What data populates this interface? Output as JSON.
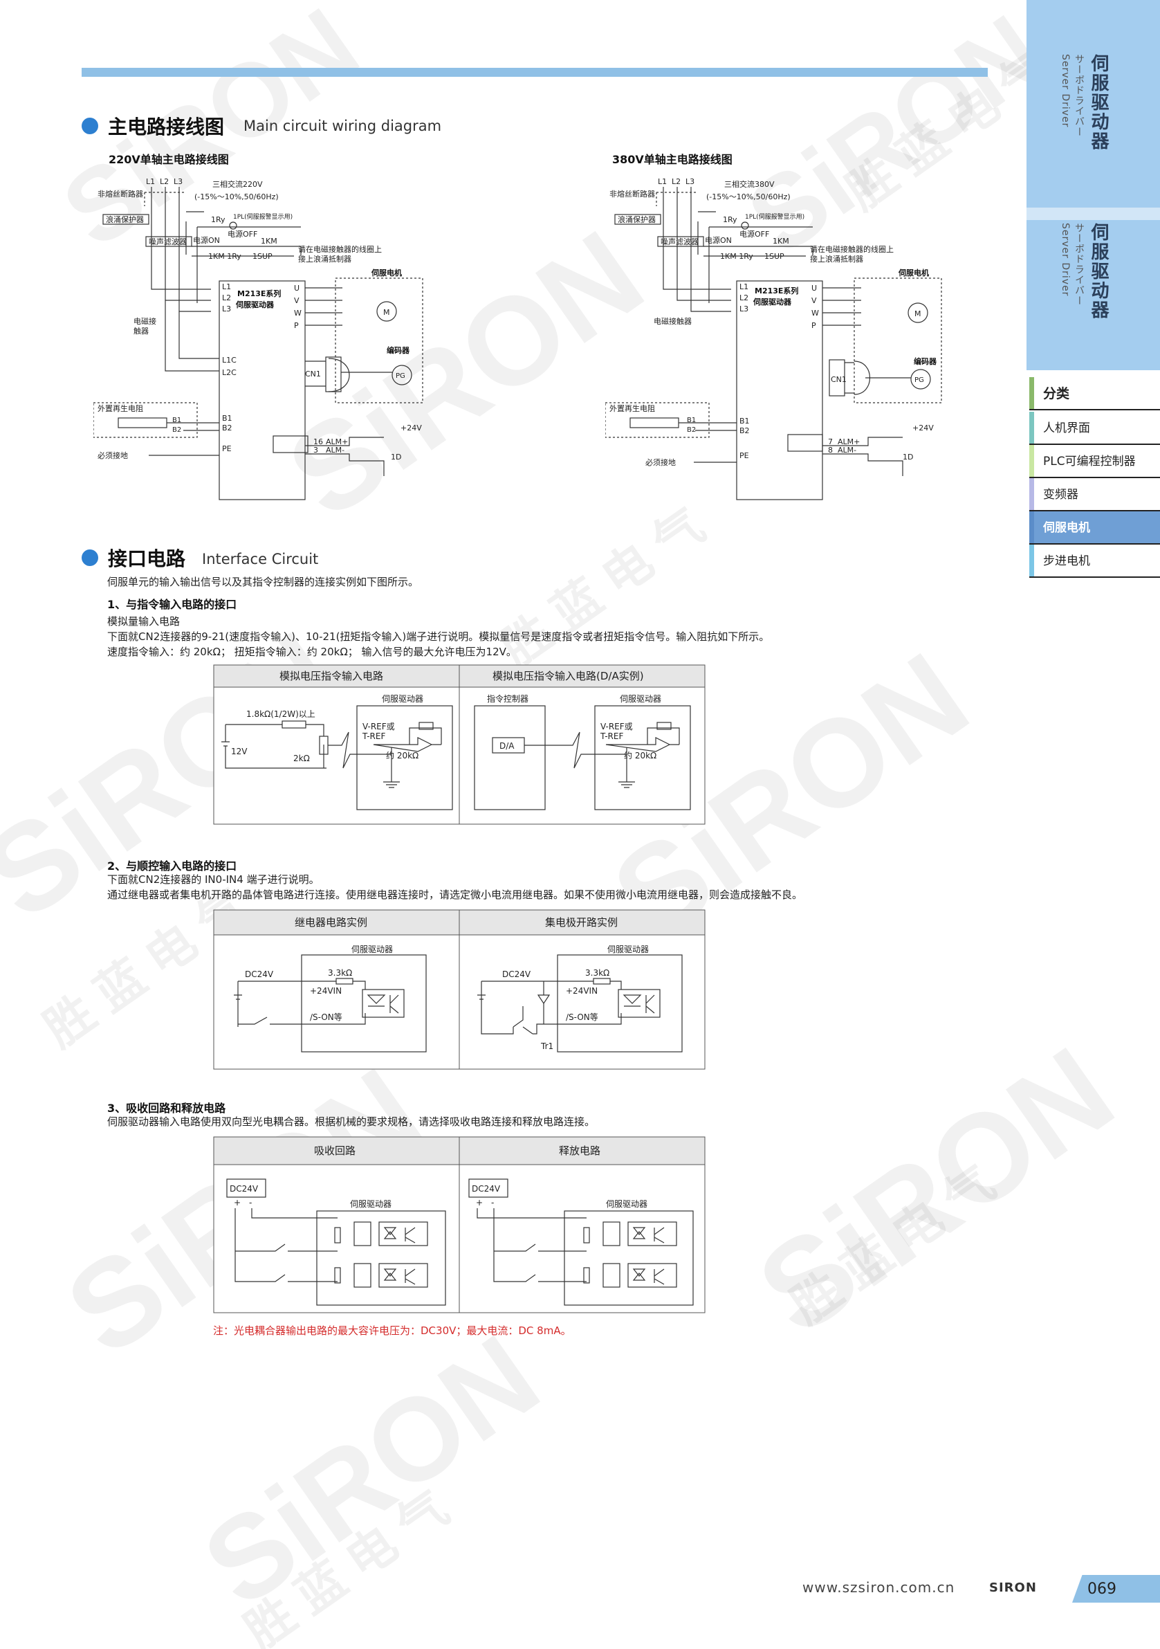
{
  "header": {
    "side_cn_1": "伺服驱动器",
    "side_jp_1": "サーボドライバー",
    "side_en_1": "Server Driver",
    "side_cn_2": "伺服驱动器",
    "side_jp_2": "サーボドライバー",
    "side_en_2": "Server Driver"
  },
  "sidebar": {
    "heading": "分类",
    "items": [
      {
        "label": "人机界面",
        "color": "#7cc6c0"
      },
      {
        "label": "PLC可编程控制器",
        "color": "#c9e7a2"
      },
      {
        "label": "变频器",
        "color": "#b7b9e6"
      },
      {
        "label": "伺服电机",
        "color": "#6f9fd5"
      },
      {
        "label": "步进电机",
        "color": "#7cc6e6"
      }
    ]
  },
  "section1": {
    "title_cn": "主电路接线图",
    "title_en": "Main circuit wiring diagram",
    "diagram_a": {
      "title": "220V单轴主电路接线图",
      "terms": [
        "L1",
        "L2",
        "L3"
      ],
      "supply": "三相交流220V",
      "supply_range": "(-15%～10%,50/60Hz)",
      "breaker": "非熔丝断路器",
      "surge": "浪涌保护器",
      "noise": "噪声滤波器",
      "ry": "1Ry",
      "pl": "1PL(伺服报警显示用)",
      "power_off": "电源OFF",
      "power_on": "电源ON",
      "km": "1KM",
      "km_row": "1KM 1Ry",
      "sup": "1SUP",
      "note1": "请在电磁接触器的线圈上",
      "note2": "接上浪涌抵制器",
      "motor_label": "伺服电机",
      "model": "M213E系列",
      "driver": "伺服驱动器",
      "contactor1": "电磁接",
      "contactor2": "触器",
      "encoder": "编码器",
      "cn1": "CN1",
      "regen": "外置再生电阻",
      "ground": "必须接地",
      "alm_p_pin": "16",
      "alm_n_pin": "3",
      "alm_p": "ALM+",
      "alm_n": "ALM-",
      "plus24": "+24V",
      "d1": "1D"
    },
    "diagram_b": {
      "title": "380V单轴主电路接线图",
      "terms": [
        "L1",
        "L2",
        "L3"
      ],
      "supply": "三相交流380V",
      "supply_range": "(-15%～10%,50/60Hz)",
      "breaker": "非熔丝断路器",
      "surge": "浪涌保护器",
      "noise": "噪声滤波器",
      "ry": "1Ry",
      "pl": "1PL(伺服报警显示用)",
      "power_off": "电源OFF",
      "power_on": "电源ON",
      "km": "1KM",
      "km_row": "1KM 1Ry",
      "sup": "1SUP",
      "note1": "请在电磁接触器的线圈上",
      "note2": "接上浪涌抵制器",
      "motor_label": "伺服电机",
      "model": "M213E系列",
      "driver": "伺服驱动器",
      "contactor1": "电磁接触器",
      "contactor2": "",
      "encoder": "编码器",
      "cn1": "CN1",
      "regen": "外置再生电阻",
      "ground": "必须接地",
      "alm_p_pin": "7",
      "alm_n_pin": "8",
      "alm_p": "ALM+",
      "alm_n": "ALM-",
      "plus24": "+24V",
      "d1": "1D"
    },
    "pins": {
      "l1": "L1",
      "l2": "L2",
      "l3": "L3",
      "l1c": "L1C",
      "l2c": "L2C",
      "b1": "B1",
      "b2": "B2",
      "pe": "PE",
      "u": "U",
      "v": "V",
      "w": "W",
      "p": "P",
      "m": "M",
      "pg": "PG"
    }
  },
  "section2": {
    "title_cn": "接口电路",
    "title_en": "Interface Circuit",
    "intro": "伺服单元的输入输出信号以及其指令控制器的连接实例如下图所示。",
    "sub1": {
      "title": "1、与指令输入电路的接口",
      "line1": "模拟量输入电路",
      "line2": "下面就CN2连接器的9-21(速度指令输入)、10-21(扭矩指令输入)端子进行说明。模拟量信号是速度指令或者扭矩指令信号。输入阻抗如下所示。",
      "line3": "速度指令输入：约 20kΩ；    扭矩指令输入：约 20kΩ；      输入信号的最大允许电压为12V。",
      "panel_left": "模拟电压指令输入电路",
      "panel_right": "模拟电压指令输入电路(D/A实例)",
      "driver": "伺服驱动器",
      "controller": "指令控制器",
      "r_text": "1.8kΩ(1/2W)以上",
      "v12": "12V",
      "pot": "2kΩ",
      "vref1": "V-REF或",
      "vref2": "T-REF",
      "imp": "约 20kΩ",
      "da": "D/A"
    },
    "sub2": {
      "title": "2、与顺控输入电路的接口",
      "line1": "下面就CN2连接器的 IN0-IN4  端子进行说明。",
      "line2": "通过继电器或者集电机开路的晶体管电路进行连接。使用继电器连接时，请选定微小电流用继电器。如果不使用微小电流用继电器，则会造成接触不良。",
      "panel_left": "继电器电路实例",
      "panel_right": "集电极开路实例",
      "driver": "伺服驱动器",
      "dc": "DC24V",
      "r": "3.3kΩ",
      "vin": "+24VIN",
      "son": "/S-ON等",
      "tr": "Tr1"
    },
    "sub3": {
      "title": "3、吸收回路和释放电路",
      "line1": "伺服驱动器输入电路使用双向型光电耦合器。根据机械的要求规格，请选择吸收电路连接和释放电路连接。",
      "panel_left": "吸收回路",
      "panel_right": "释放电路",
      "driver": "伺服驱动器",
      "dc": "DC24V",
      "plus": "+",
      "minus": "-"
    },
    "note": "注：光电耦合器输出电路的最大容许电压为：DC30V；最大电流：DC 8mA。"
  },
  "footer": {
    "url": "www.szsiron.com.cn",
    "brand": "SIRON",
    "page": "069"
  },
  "watermark": {
    "brand": "SiRON",
    "cn": "胜 蓝 电 气"
  }
}
